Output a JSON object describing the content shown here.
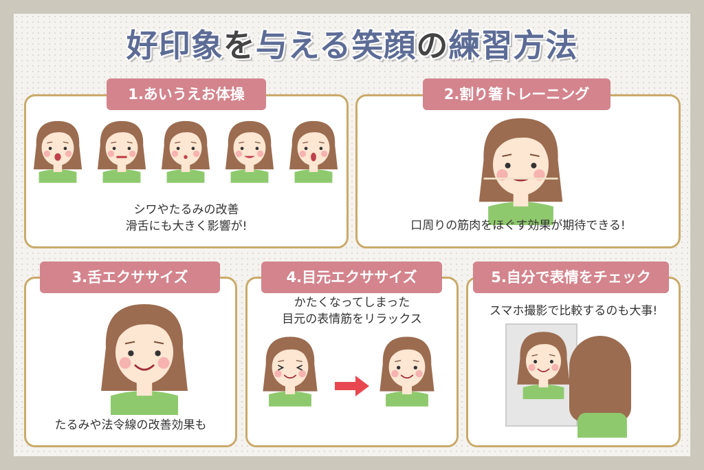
{
  "title": {
    "part1": "好印象",
    "part2": "を",
    "part3": "与える笑顔",
    "part4": "の",
    "part5": "練習方法"
  },
  "colors": {
    "title": "#5d6c96",
    "label": "#d3848d",
    "border": "#c9aa6a",
    "shirt": "#8fc96e",
    "hair": "#9b6c50",
    "skin": "#fde6d2",
    "arrow": "#e9474f"
  },
  "sections": [
    {
      "label": "1.あいうえお体操",
      "caption": [
        "シワやたるみの改善",
        "滑舌にも大きく影響が!"
      ]
    },
    {
      "label": "2.割り箸トレーニング",
      "caption": [
        "口周りの筋肉をほぐす効果が期待できる!"
      ]
    },
    {
      "label": "3.舌エクササイズ",
      "caption": [
        "たるみや法令線の改善効果も"
      ]
    },
    {
      "label": "4.目元エクササイズ",
      "caption": [
        "かたくなってしまった",
        "目元の表情筋をリラックス"
      ]
    },
    {
      "label": "5.自分で表情をチェック",
      "caption": [
        "スマホ撮影で比較するのも大事!"
      ]
    }
  ]
}
